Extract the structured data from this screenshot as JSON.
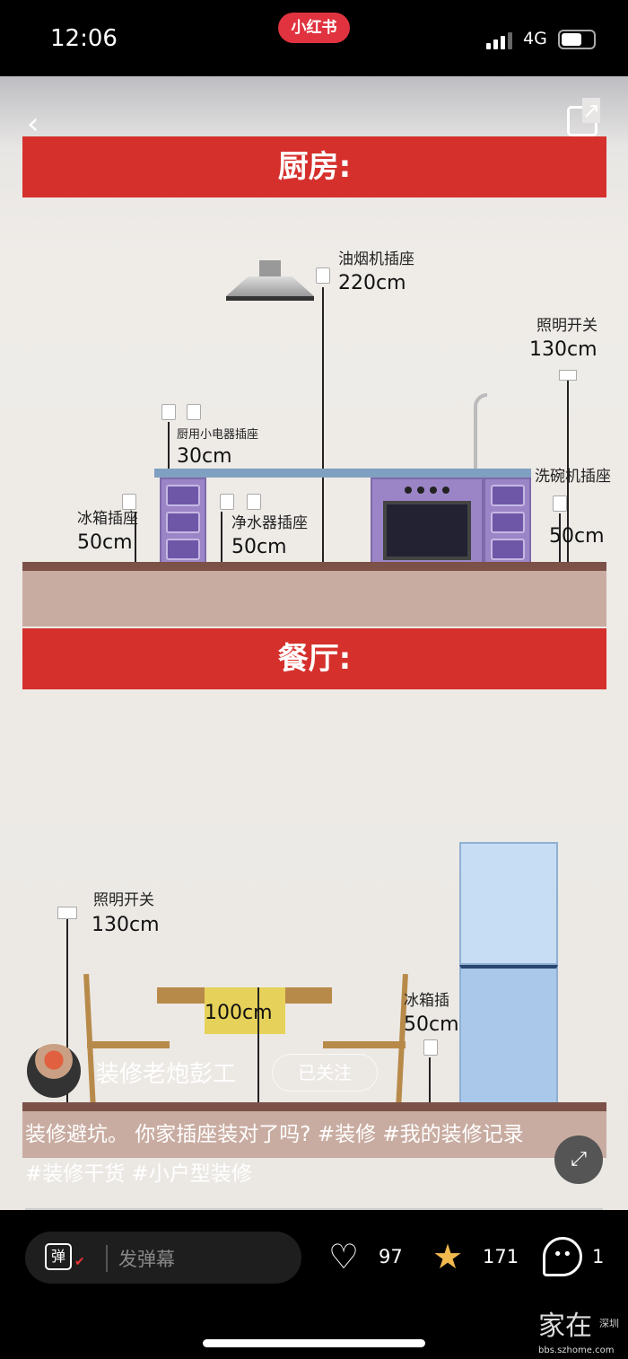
{
  "status": {
    "time": "12:06",
    "app_logo": "小红书",
    "network": "4G"
  },
  "nav": {
    "back_icon": "chevron-left",
    "share_icon": "share"
  },
  "kitchen": {
    "title": "厨房:",
    "hood": {
      "label": "油烟机插座",
      "value": "220cm"
    },
    "light": {
      "label": "照明开关",
      "value": "130cm"
    },
    "small": {
      "label": "厨用小电器插座",
      "value": "30cm"
    },
    "dish": {
      "label": "洗碗机插座",
      "value": "50cm"
    },
    "fridge": {
      "label": "冰箱插座",
      "value": "50cm"
    },
    "water": {
      "label": "净水器插座",
      "value": "50cm"
    }
  },
  "dining": {
    "title": "餐厅:",
    "light": {
      "label": "照明开关",
      "value": "130cm"
    },
    "table": {
      "value": "100cm"
    },
    "fridge": {
      "label": "冰箱插",
      "value": "50cm"
    }
  },
  "post": {
    "author": "装修老炮彭工",
    "follow": "已关注",
    "caption": "装修避坑。 你家插座装对了吗? #装修 #我的装修记录 #装修干货 #小户型装修"
  },
  "bar": {
    "danmaku_icon": "弹",
    "danmaku_placeholder": "发弹幕",
    "likes": "97",
    "stars": "171",
    "comments": "1"
  },
  "watermark": {
    "text": "家在",
    "sub": "深圳",
    "url": "bbs.szhome.com"
  },
  "colors": {
    "red": "#d5302c",
    "cabinet": "#9b85c6",
    "fridge": "#a9c8ea",
    "star": "#f2b94e"
  }
}
